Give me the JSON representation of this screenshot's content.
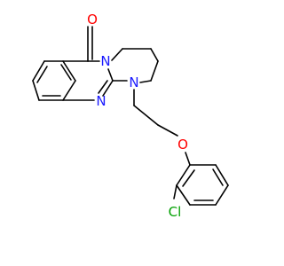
{
  "molecule": {
    "atom_labels": {
      "carbonyl_oxygen": "O",
      "ring_nitrogen_top": "N",
      "ring_nitrogen_left": "N",
      "ring_nitrogen_bottom": "N",
      "ether_oxygen": "O",
      "chlorine": "Cl"
    },
    "colors": {
      "nitrogen": "#1a1aff",
      "oxygen": "#ff0000",
      "chlorine": "#00a000",
      "bond": "#000000",
      "background": "#ffffff"
    }
  }
}
